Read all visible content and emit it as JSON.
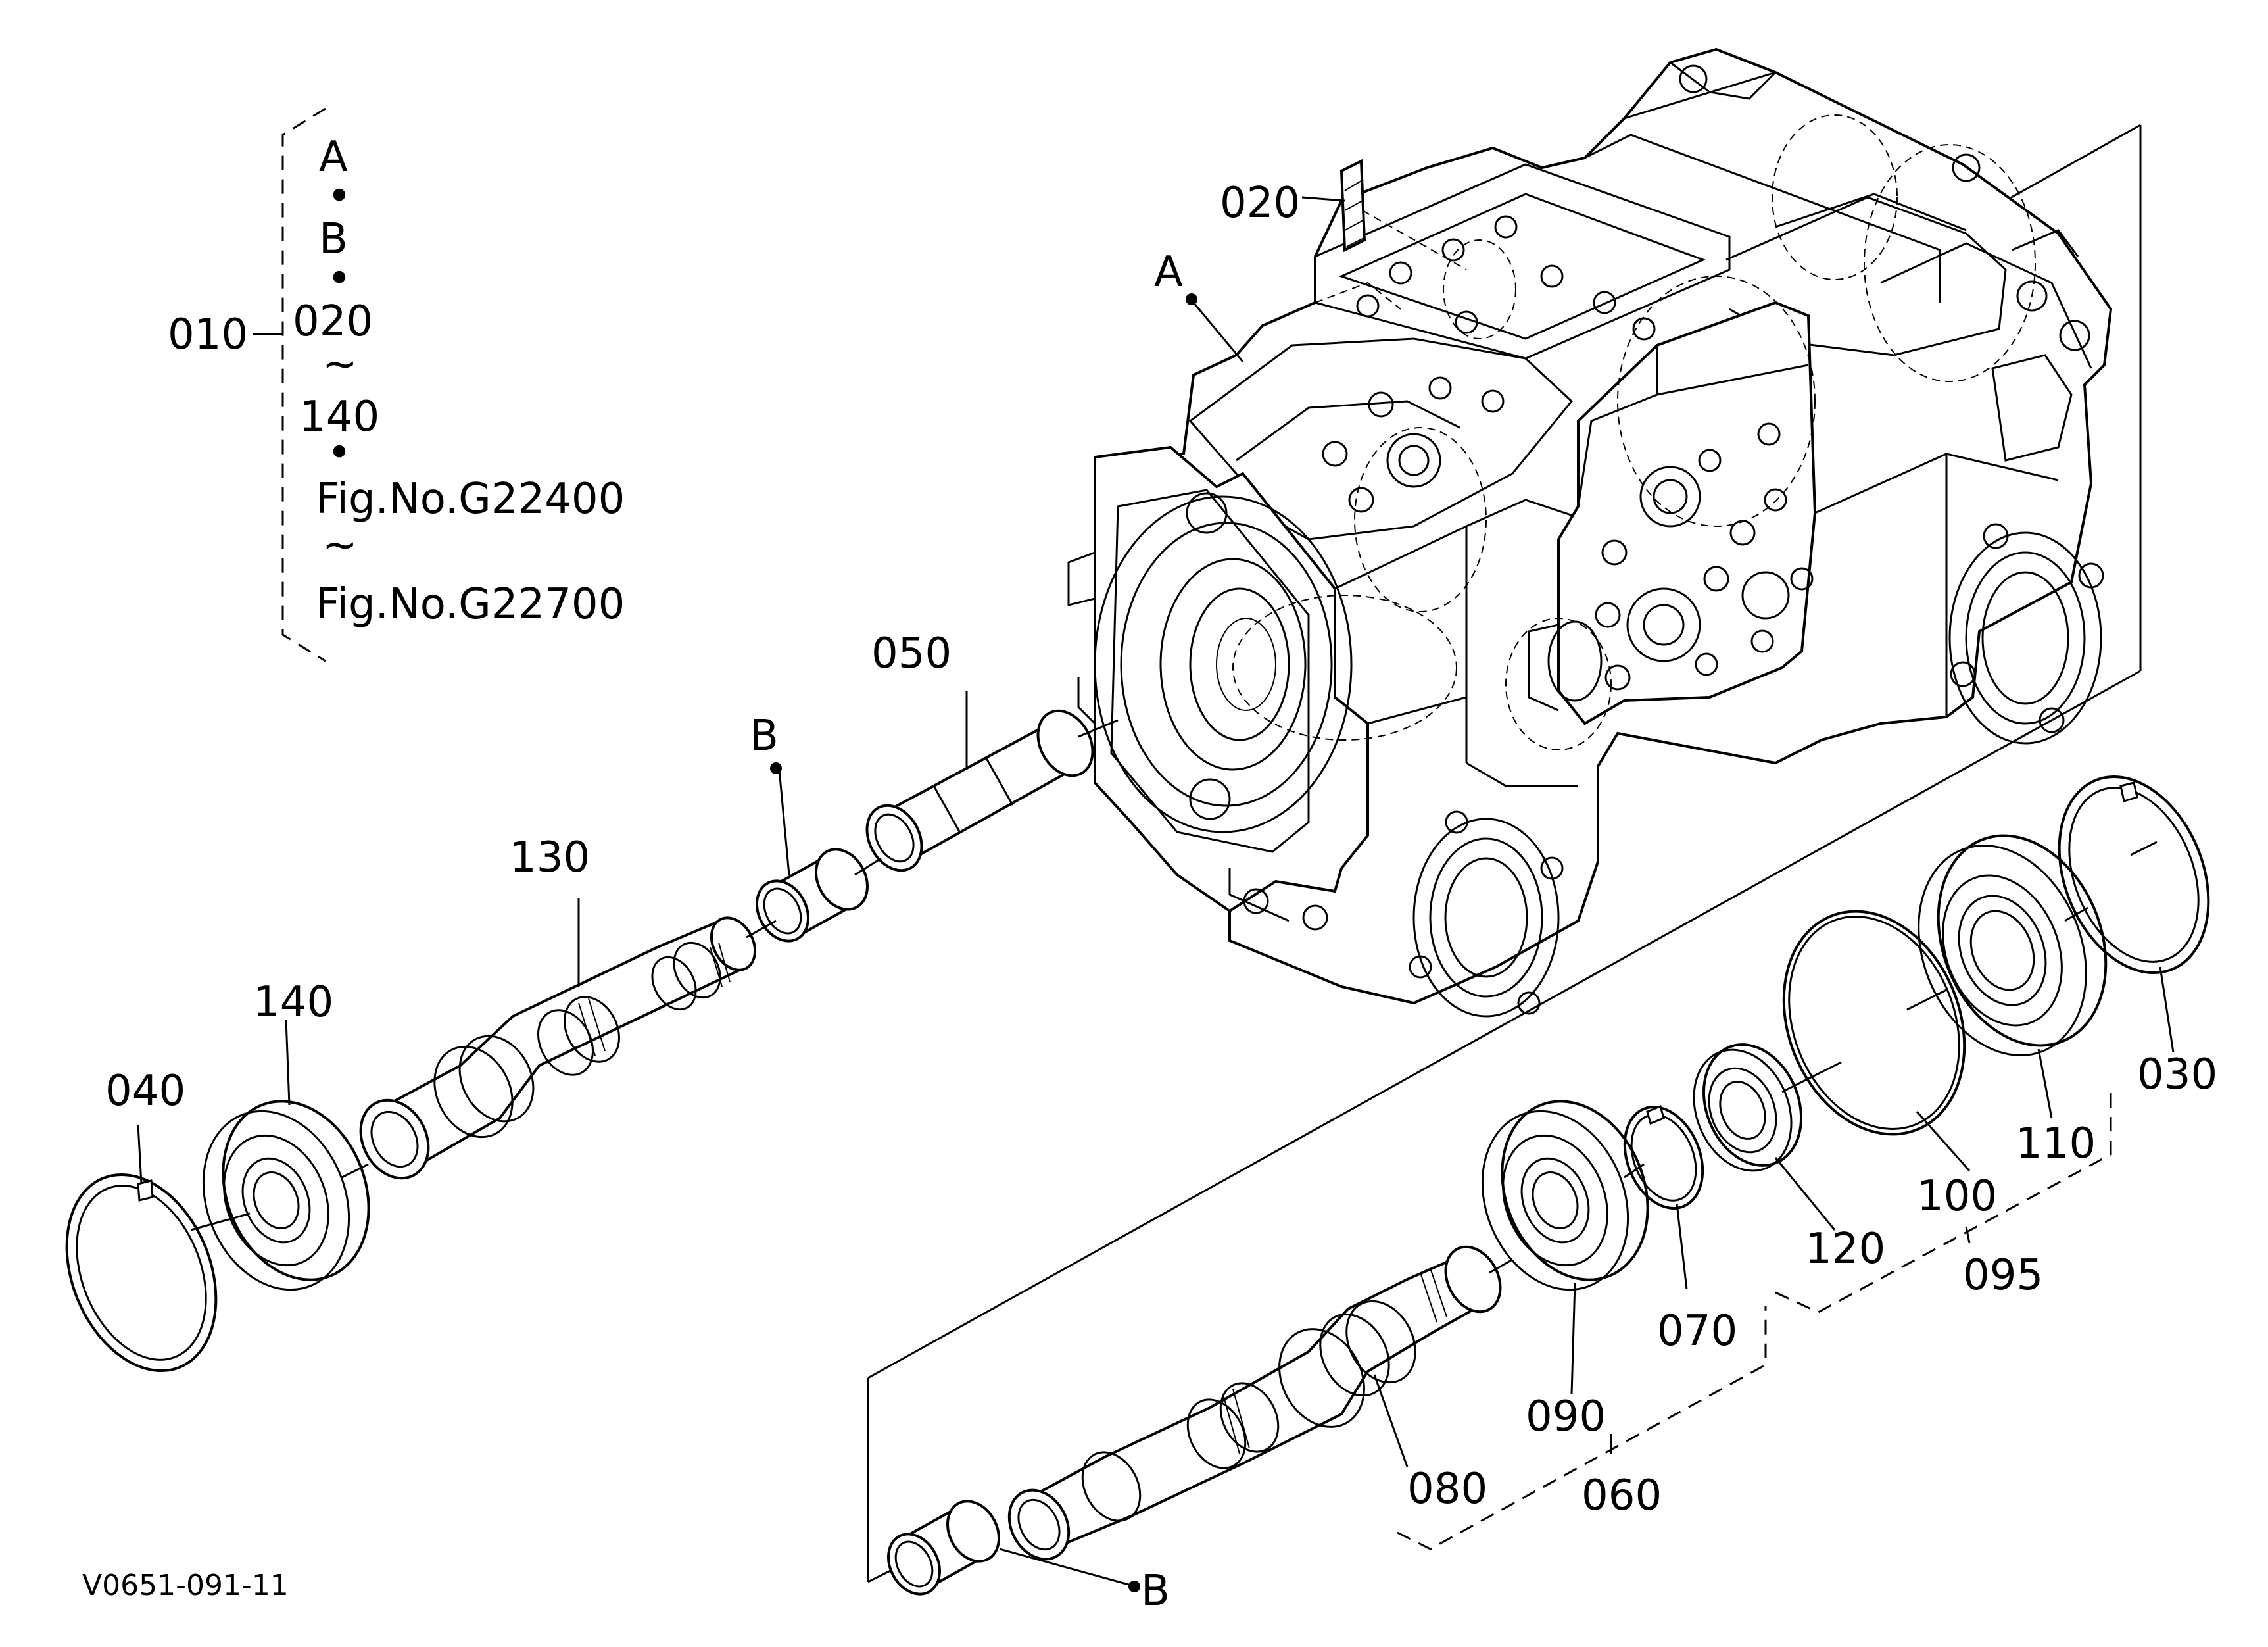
{
  "drawing_id": "V0651-091-11",
  "legend": {
    "assembly_no": "010",
    "lines": [
      "A",
      "•",
      "B",
      "•",
      "020",
      "~",
      "140",
      "•",
      "Fig.No.G22400",
      "~",
      "Fig.No.G22700"
    ]
  },
  "callouts": {
    "p010": "010",
    "p020": "020",
    "p030": "030",
    "p040": "040",
    "p050": "050",
    "p060": "060",
    "p070": "070",
    "p080": "080",
    "p090": "090",
    "p095": "095",
    "p100": "100",
    "p110": "110",
    "p120": "120",
    "p130": "130",
    "p140": "140"
  },
  "reference_marks": {
    "a_housing": "A",
    "b_bushing": "B",
    "b_lower": "B"
  }
}
